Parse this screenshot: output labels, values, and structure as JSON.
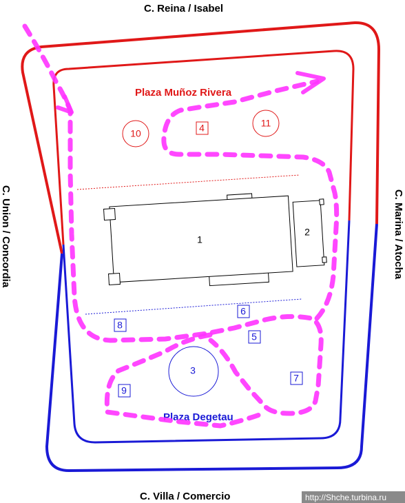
{
  "colors": {
    "north_red": "#e01818",
    "south_blue": "#1a1ad6",
    "route_magenta": "#ff33ff",
    "watermark_bg": "#8a8a8a"
  },
  "streets": {
    "top": "C. Reina / Isabel",
    "bottom": "C. Villa / Comercio",
    "left": "C. Union / Concordia",
    "right": "C. Marina / Atocha"
  },
  "plazas": {
    "north": "Plaza Muñoz Rivera",
    "south": "Plaza Degetau"
  },
  "buildings": {
    "main": "1",
    "annex": "2",
    "fountain": "3"
  },
  "markers": {
    "m4": "4",
    "m5": "5",
    "m6": "6",
    "m7": "7",
    "m8": "8",
    "m9": "9",
    "m10": "10",
    "m11": "11"
  },
  "watermark": "http://Shche.turbina.ru"
}
